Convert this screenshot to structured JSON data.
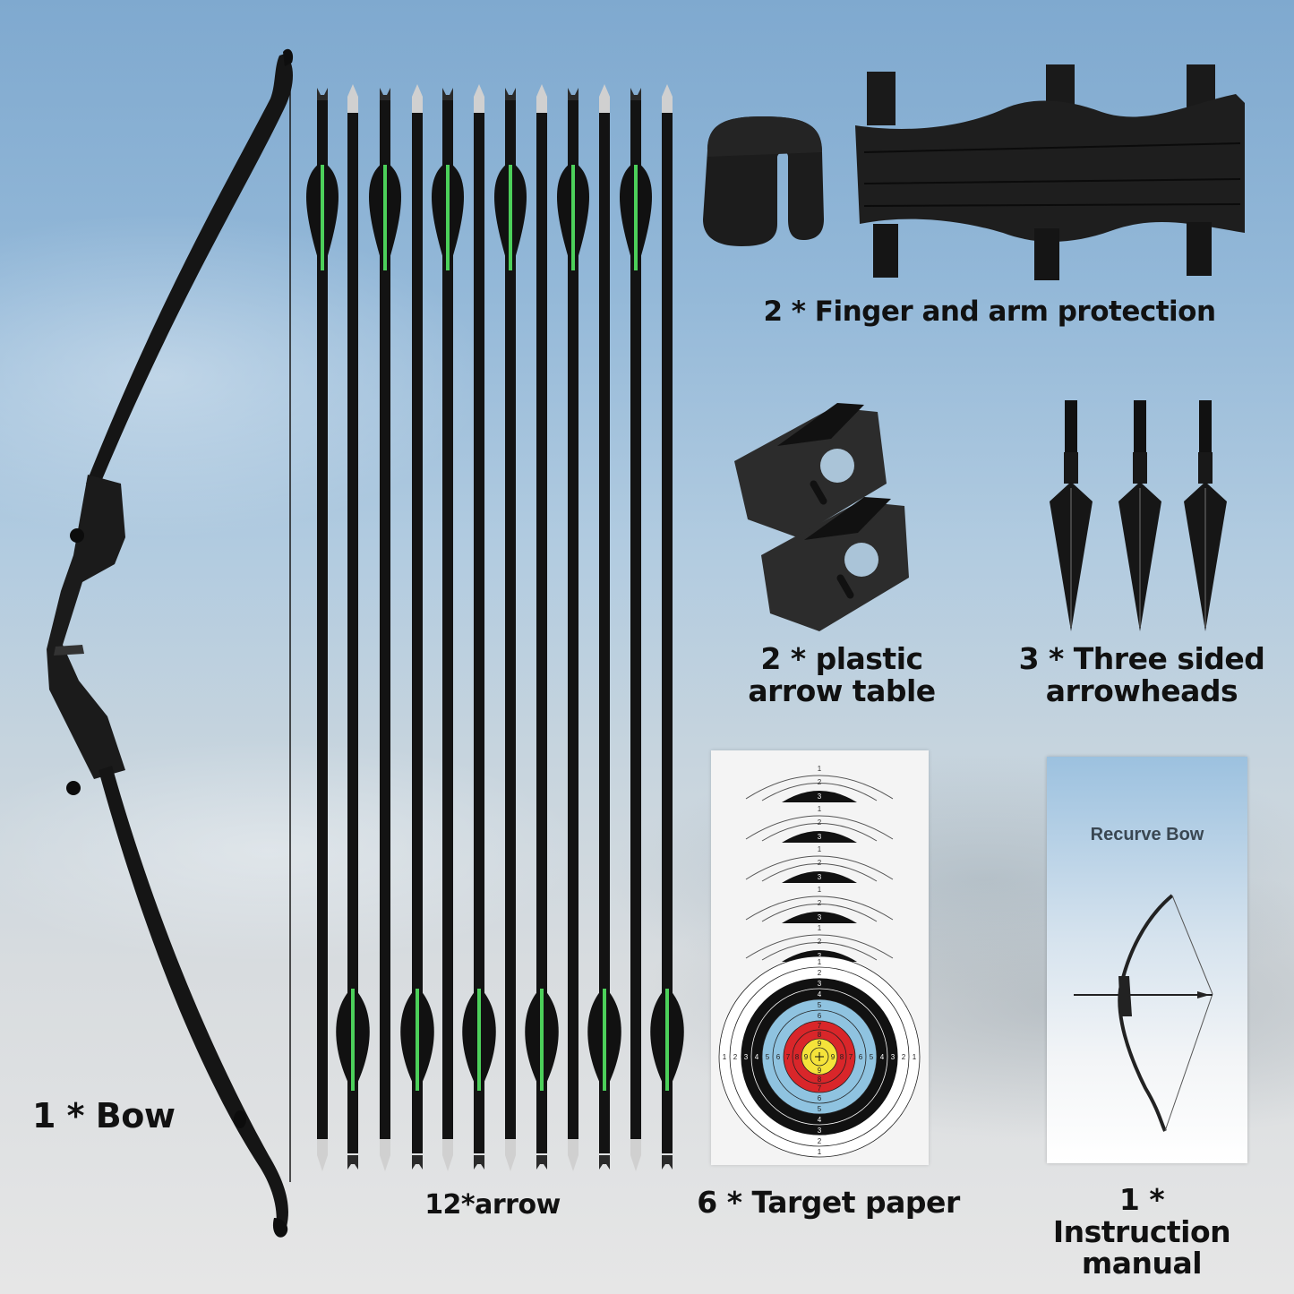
{
  "items": {
    "bow": {
      "label": "1 * Bow",
      "quantity": 1
    },
    "arrows": {
      "label": "12*arrow",
      "quantity": 12
    },
    "protection": {
      "label": "2 * Finger and arm protection",
      "quantity": 2
    },
    "arrow_rest": {
      "line1": "2 * plastic",
      "line2": "arrow table",
      "quantity": 2
    },
    "arrowheads": {
      "line1": "3 * Three sided",
      "line2": "arrowheads",
      "quantity": 3
    },
    "target_paper": {
      "label": "6 * Target paper",
      "quantity": 6
    },
    "manual": {
      "line1": "1 * Instruction",
      "line2": "manual",
      "cover_title": "Recurve Bow",
      "quantity": 1
    }
  },
  "target_face": {
    "ring_numbers": [
      "1",
      "2",
      "3",
      "4",
      "5",
      "6",
      "7",
      "8",
      "9"
    ],
    "colors": {
      "white": "#ffffff",
      "black": "#111111",
      "blue": "#8fc3e0",
      "red": "#d9262a",
      "yellow": "#f5e33a"
    }
  },
  "colors": {
    "sky_top": "#7fa9cf",
    "sky_bottom": "#e6e6e6",
    "fletching_stripe": "#4cd05a",
    "product_black": "#141414"
  }
}
